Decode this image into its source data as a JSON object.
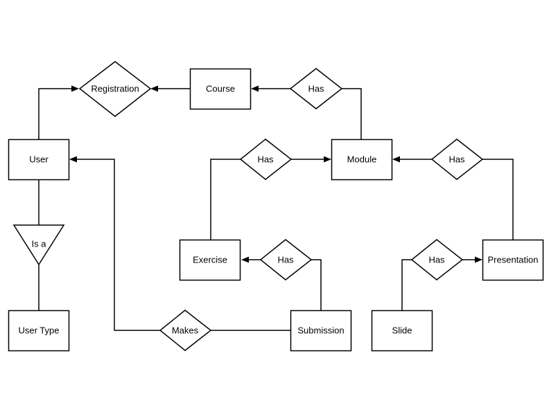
{
  "diagram": {
    "entities": {
      "user": "User",
      "course": "Course",
      "module": "Module",
      "exercise": "Exercise",
      "presentation": "Presentation",
      "user_type": "User Type",
      "submission": "Submission",
      "slide": "Slide"
    },
    "relationships": {
      "registration": "Registration",
      "course_has_module": "Has",
      "module_has_exercise": "Has",
      "module_has_presentation": "Has",
      "exercise_has_submission": "Has",
      "presentation_has_slide": "Has",
      "user_makes_submission": "Makes"
    },
    "isa": {
      "user_isa": "Is a"
    }
  }
}
